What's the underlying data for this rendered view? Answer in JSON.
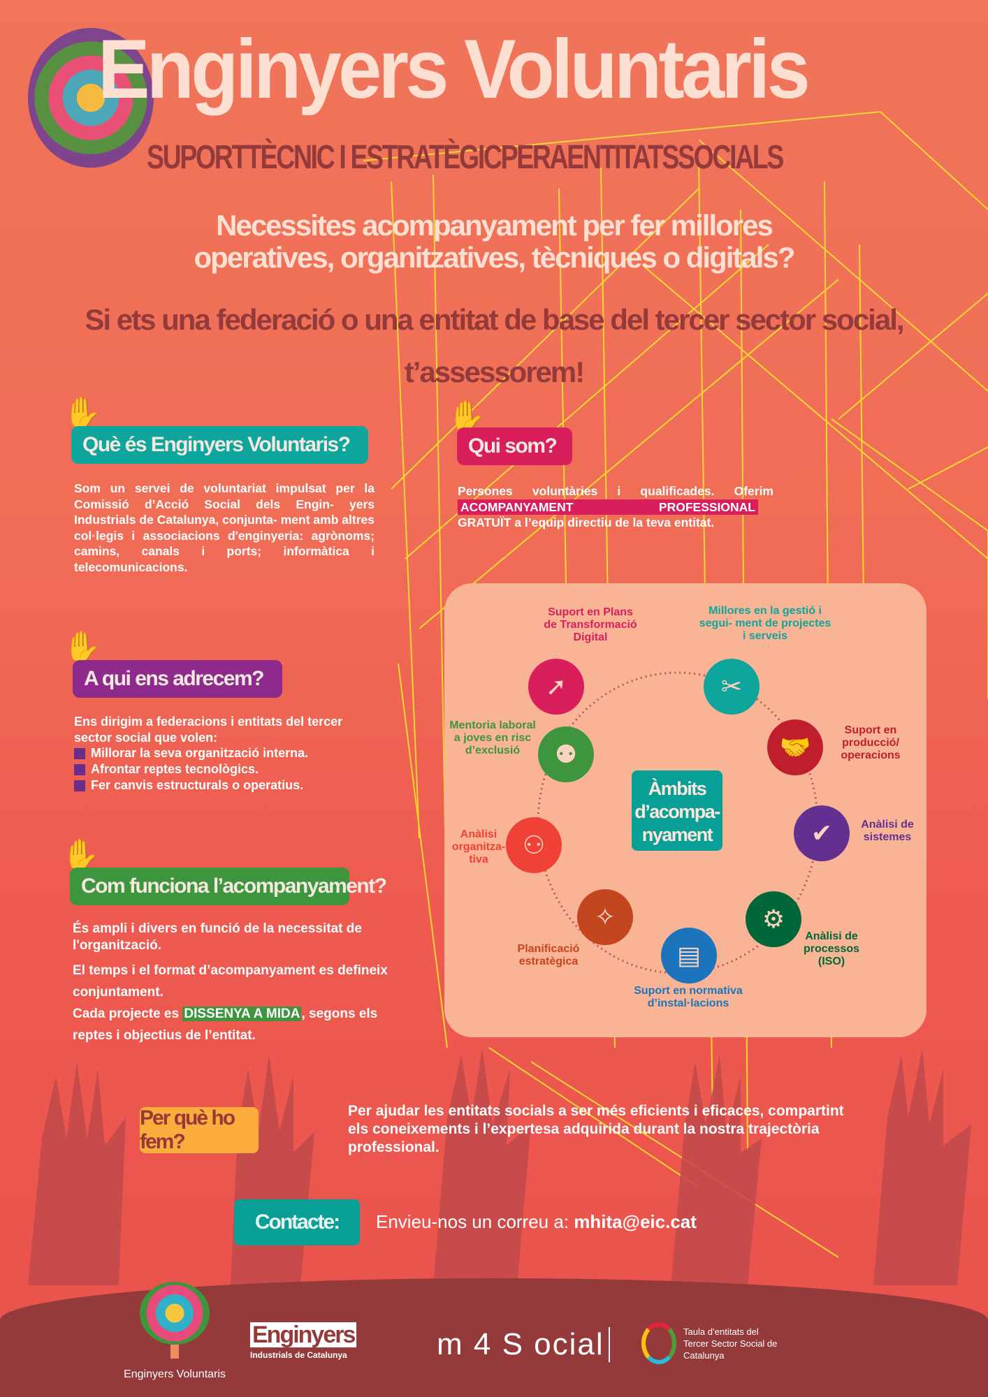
{
  "header": {
    "title": "Enginyers Voluntaris",
    "subtitle": "SUPORTTÈCNIC I ESTRATÈGICPERAENTITATSSOCIALS",
    "question": "Necessites acompanyament per fer millores operatives, organitzatives, tècniques o digitals?",
    "answer_line1": "Si ets una federació o una entitat de base del tercer sector social,",
    "answer_line2": "t’assessorem!"
  },
  "sections": {
    "what": {
      "heading": "Què és Enginyers Voluntaris?",
      "text": "Som un servei de voluntariat impulsat per la Comissió d’Acció Social dels Engin- yers Industrials de Catalunya, conjunta- ment amb altres col·legis i associacions d'enginyeria: agrònoms; camins, canals i ports; informàtica i telecomunicacions."
    },
    "who": {
      "heading": "Qui som?",
      "text_before": "Persones voluntàries i qualificades. Oferim",
      "highlight": "ACOMPANYAMENT PROFESSIONAL",
      "text_after": "GRATUÏT a l’equip directiu de la teva entitat."
    },
    "target": {
      "heading": "A qui ens adrecem?",
      "intro": "Ens dirigim a federacions i entitats del tercer sector social que volen:",
      "bullets": [
        "Millorar la seva organització interna.",
        "Afrontar reptes tecnològics.",
        "Fer canvis estructurals o operatius."
      ]
    },
    "how": {
      "heading": "Com funciona l’acompanyament?",
      "p1": "És ampli i divers en funció de la necessitat de l'organització.",
      "p2": "El temps i el format d’acompanyament es defineix conjuntament.",
      "p3_before": "Cada projecte es",
      "p3_highlight": "DISSENYA A MIDA",
      "p3_after": ", segons els reptes i objectius de l’entitat."
    }
  },
  "diagram": {
    "center": "Àmbits d’acompa- nyament",
    "areas": [
      {
        "label": "Suport en Plans de Transformació Digital",
        "icon": "cursor-click-icon",
        "color": "#d81f5c"
      },
      {
        "label": "Millores en la gestió i segui- ment de projectes i serveis",
        "icon": "tools-icon",
        "color": "#0da59c"
      },
      {
        "label": "Suport en producció/ operacions",
        "icon": "handshake-icon",
        "color": "#be1e2d"
      },
      {
        "label": "Anàlisi de sistemes",
        "icon": "magnifier-check-icon",
        "color": "#633092"
      },
      {
        "label": "Anàlisi de processos (ISO)",
        "icon": "gears-icon",
        "color": "#006838"
      },
      {
        "label": "Suport en normativa d’instal·lacions",
        "icon": "book-icon",
        "color": "#1c75bc"
      },
      {
        "label": "Planificació estratègica",
        "icon": "compass-icon",
        "color": "#c4461f"
      },
      {
        "label": "Anàlisi organitza- tiva",
        "icon": "org-chart-icon",
        "color": "#ef4136"
      },
      {
        "label": "Mentoria laboral a joves en risc d’exclusió",
        "icon": "people-icon",
        "color": "#3d963d"
      }
    ]
  },
  "why": {
    "label": "Per què ho fem?",
    "text": "Per ajudar les entitats socials a ser més eficients i eficaces, compartint els coneixements i l’expertesa adquirida durant la nostra trajectòria professional."
  },
  "contact": {
    "label": "Contacte:",
    "text": "Envieu-nos un correu a:",
    "email": "mhita@eic.cat"
  },
  "footer": {
    "logo_ev": "Enginyers Voluntaris",
    "logo_eic_main": "Enginyers",
    "logo_eic_sub": "Industrials de Catalunya",
    "logo_m4s": "m 4 S ocial",
    "logo_taula": "Taula d’entitats del Tercer Sector Social de Catalunya"
  }
}
